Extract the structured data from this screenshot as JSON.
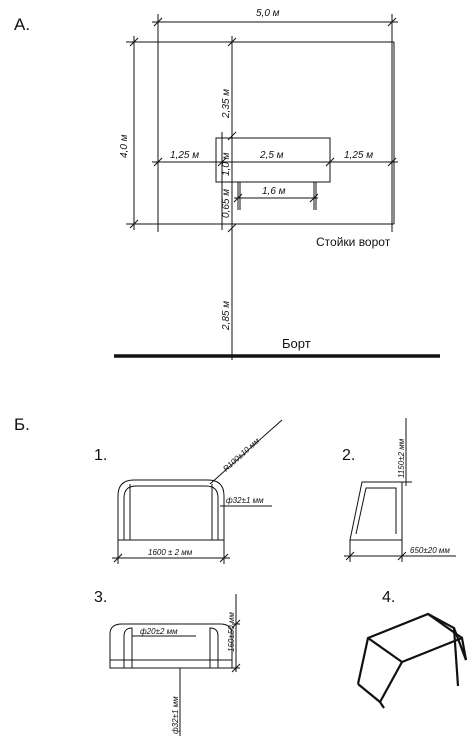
{
  "section_a": {
    "label": "А.",
    "dim_width": "5,0 м",
    "dim_height": "4,0 м",
    "dim_top": "2,35 м",
    "dim_left": "1,25 м",
    "dim_goal_h": "1,0 м",
    "dim_goal_w": "2,5 м",
    "dim_right": "1,25 м",
    "dim_depth": "0,65 м",
    "dim_posts": "1,6 м",
    "posts_label": "Стойки ворот",
    "dim_board": "2,85 м",
    "board_label": "Борт"
  },
  "section_b": {
    "label": "Б.",
    "fig1": {
      "num": "1.",
      "radius": "R100±10 мм",
      "pipe": "ф32±1 мм",
      "width": "1600 ± 2 мм"
    },
    "fig2": {
      "num": "2.",
      "height": "1150±2 мм",
      "depth": "650±20 мм"
    },
    "fig3": {
      "num": "3.",
      "pipe_inner": "ф20±2 мм",
      "height": "150±50 мм",
      "pipe_outer": "ф32±1 мм"
    },
    "fig4": {
      "num": "4."
    }
  }
}
